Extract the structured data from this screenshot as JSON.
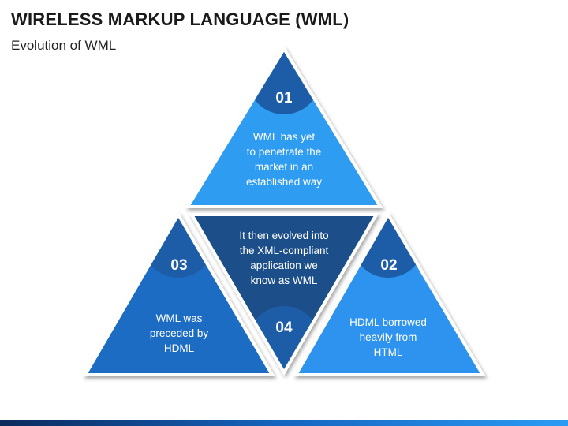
{
  "slide": {
    "title": "WIRELESS MARKUP LANGUAGE (WML)",
    "subtitle": "Evolution of WML"
  },
  "colors": {
    "top": "#2e9cf0",
    "left": "#1a6cc4",
    "right": "#2f93ee",
    "center": "#1b4f8a",
    "circle": "#1d5da8",
    "stroke": "#ffffff",
    "bottom_bar_left": "#0b2a5c",
    "bottom_bar_right": "#2b9bf4"
  },
  "stages": [
    {
      "number": "01",
      "lines": [
        "WML has yet",
        "to penetrate the",
        "market in an",
        "established way"
      ]
    },
    {
      "number": "02",
      "lines": [
        "HDML borrowed",
        "heavily from",
        "HTML"
      ]
    },
    {
      "number": "03",
      "lines": [
        "WML was",
        "preceded by",
        "HDML"
      ]
    },
    {
      "number": "04",
      "lines": [
        "It then evolved into",
        "the XML-compliant",
        "application we",
        "know as WML"
      ]
    }
  ]
}
